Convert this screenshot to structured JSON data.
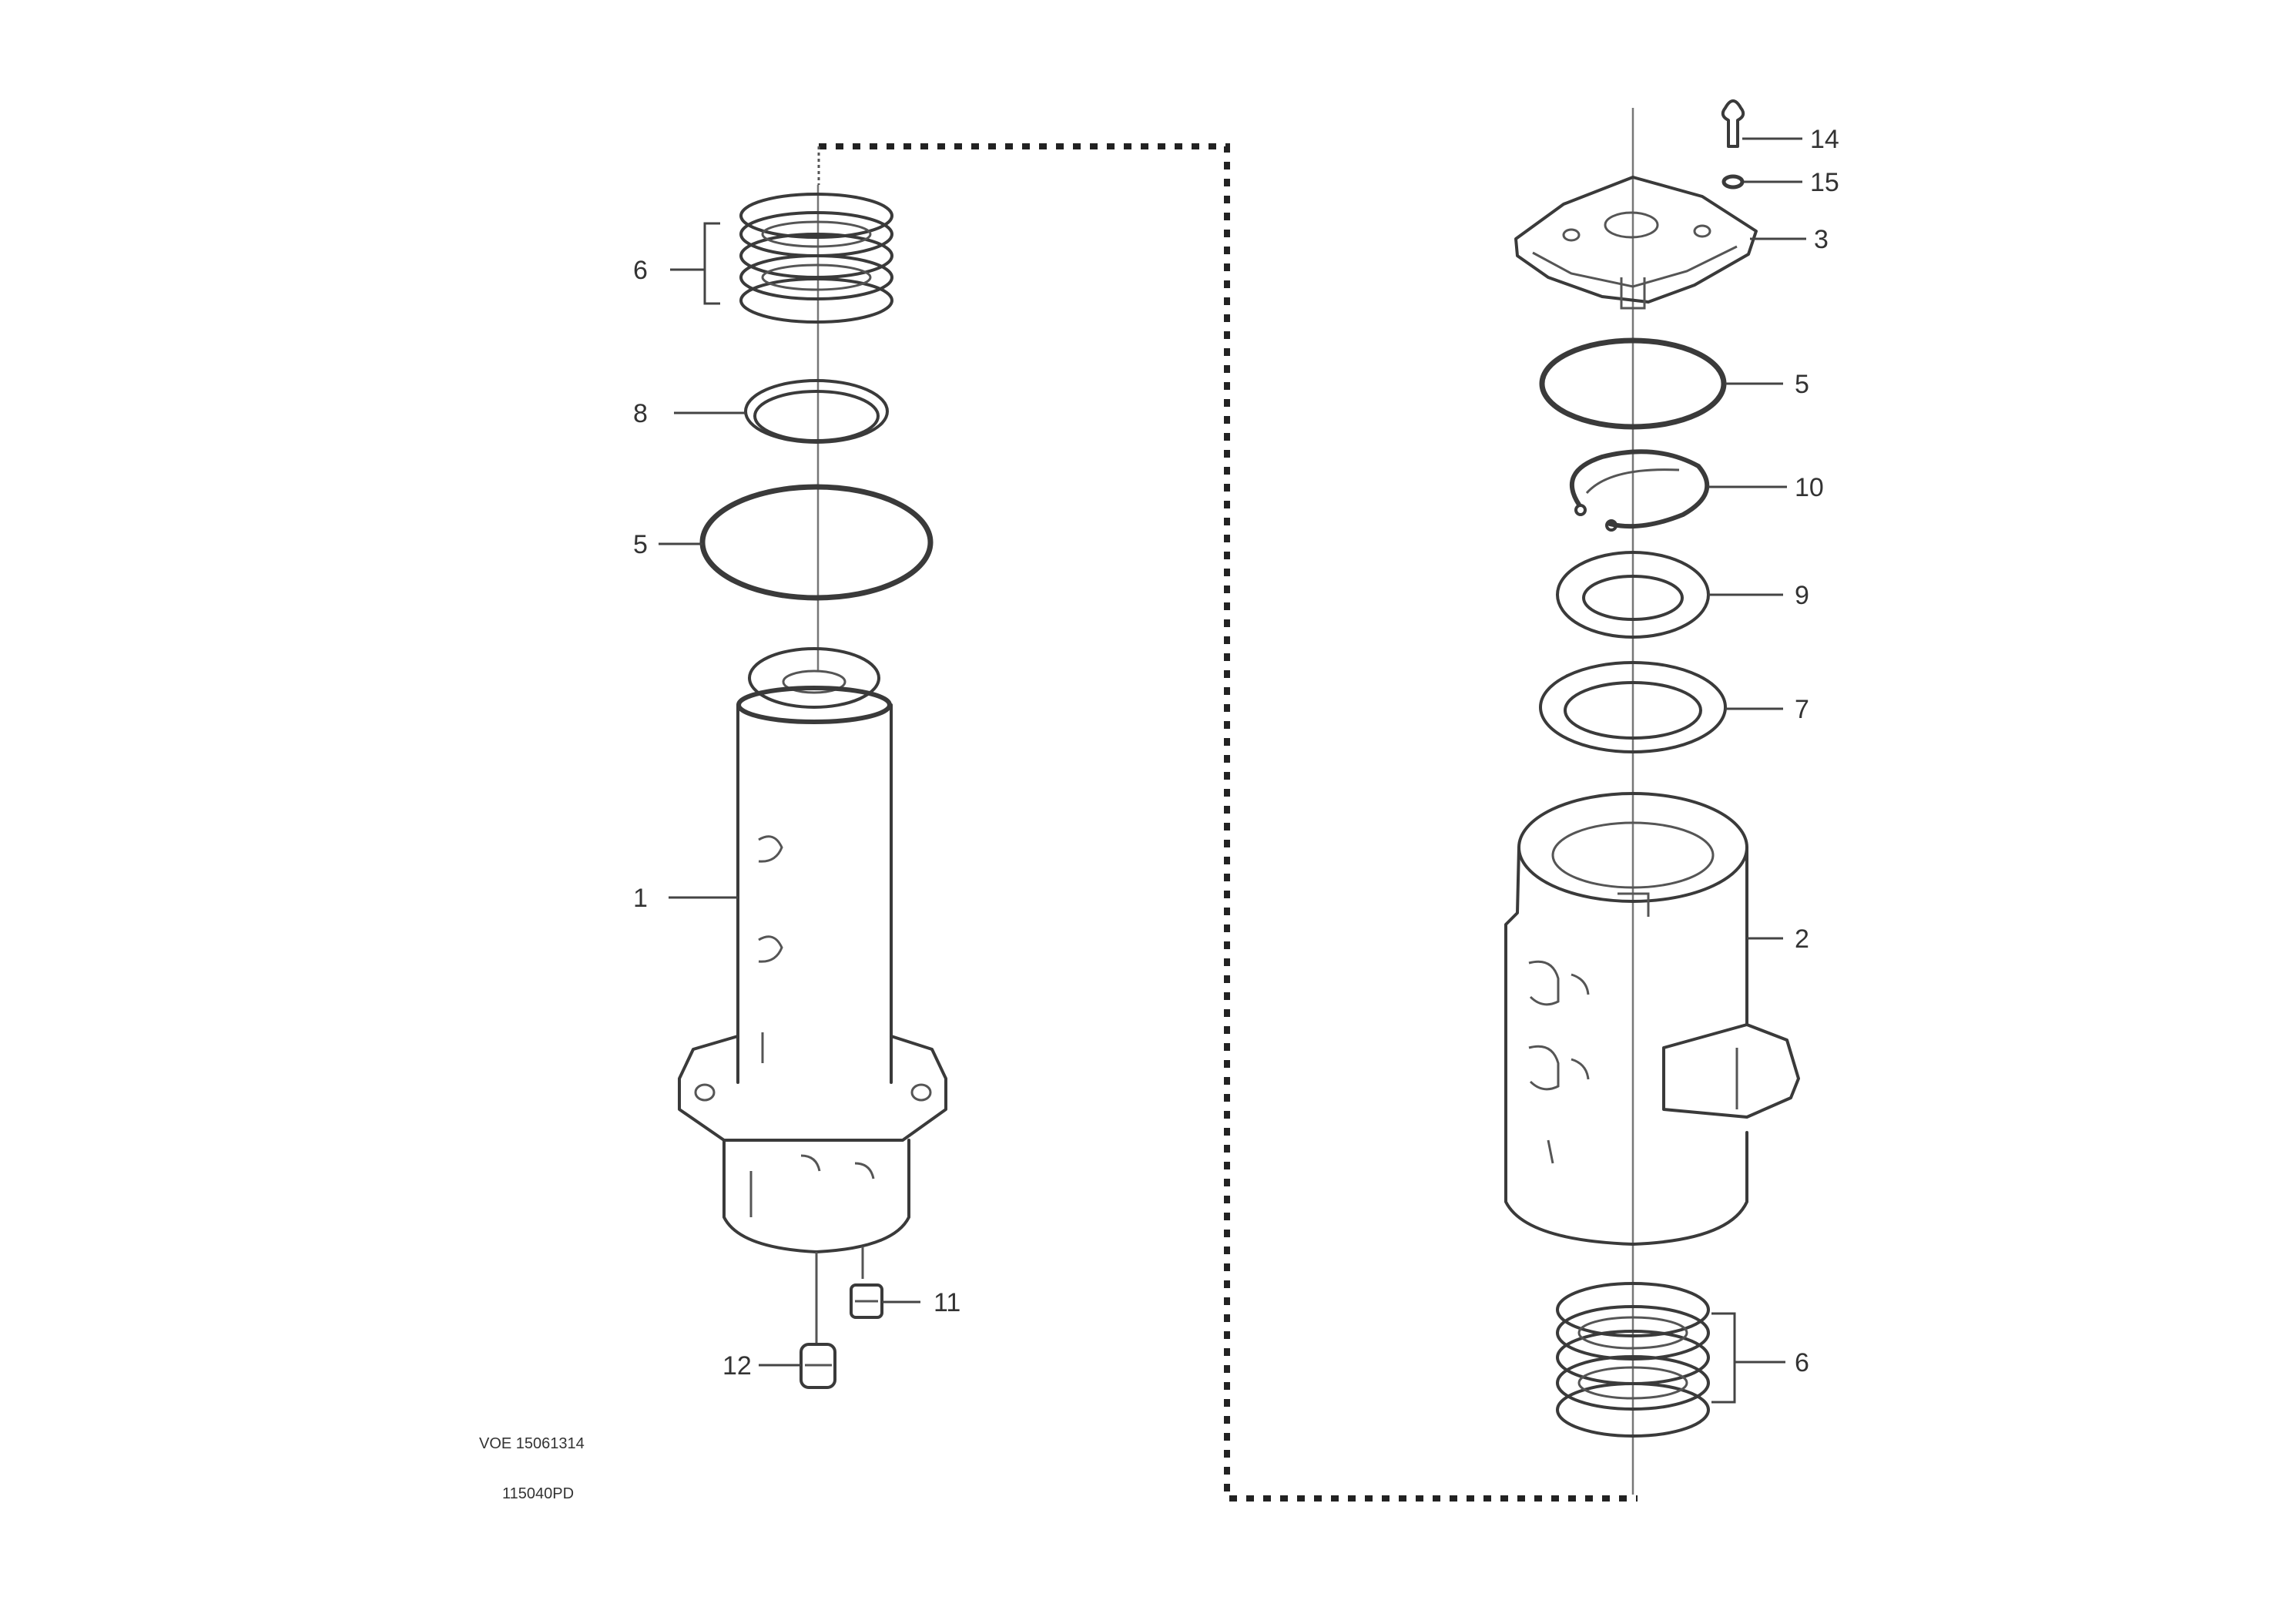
{
  "callouts": {
    "left_seal_stack": "6",
    "left_ring": "8",
    "left_oring": "5",
    "left_shaft": "1",
    "left_plug_11": "11",
    "left_plug_12": "12",
    "right_bolt": "14",
    "right_washer": "15",
    "right_cover": "3",
    "right_oring": "5",
    "right_snapring": "10",
    "right_ring_9": "9",
    "right_ring_7": "7",
    "right_housing": "2",
    "right_seal_stack": "6"
  },
  "reference": {
    "line1": "VOE 15061314",
    "line2": "",
    "line3": "115040PD"
  }
}
